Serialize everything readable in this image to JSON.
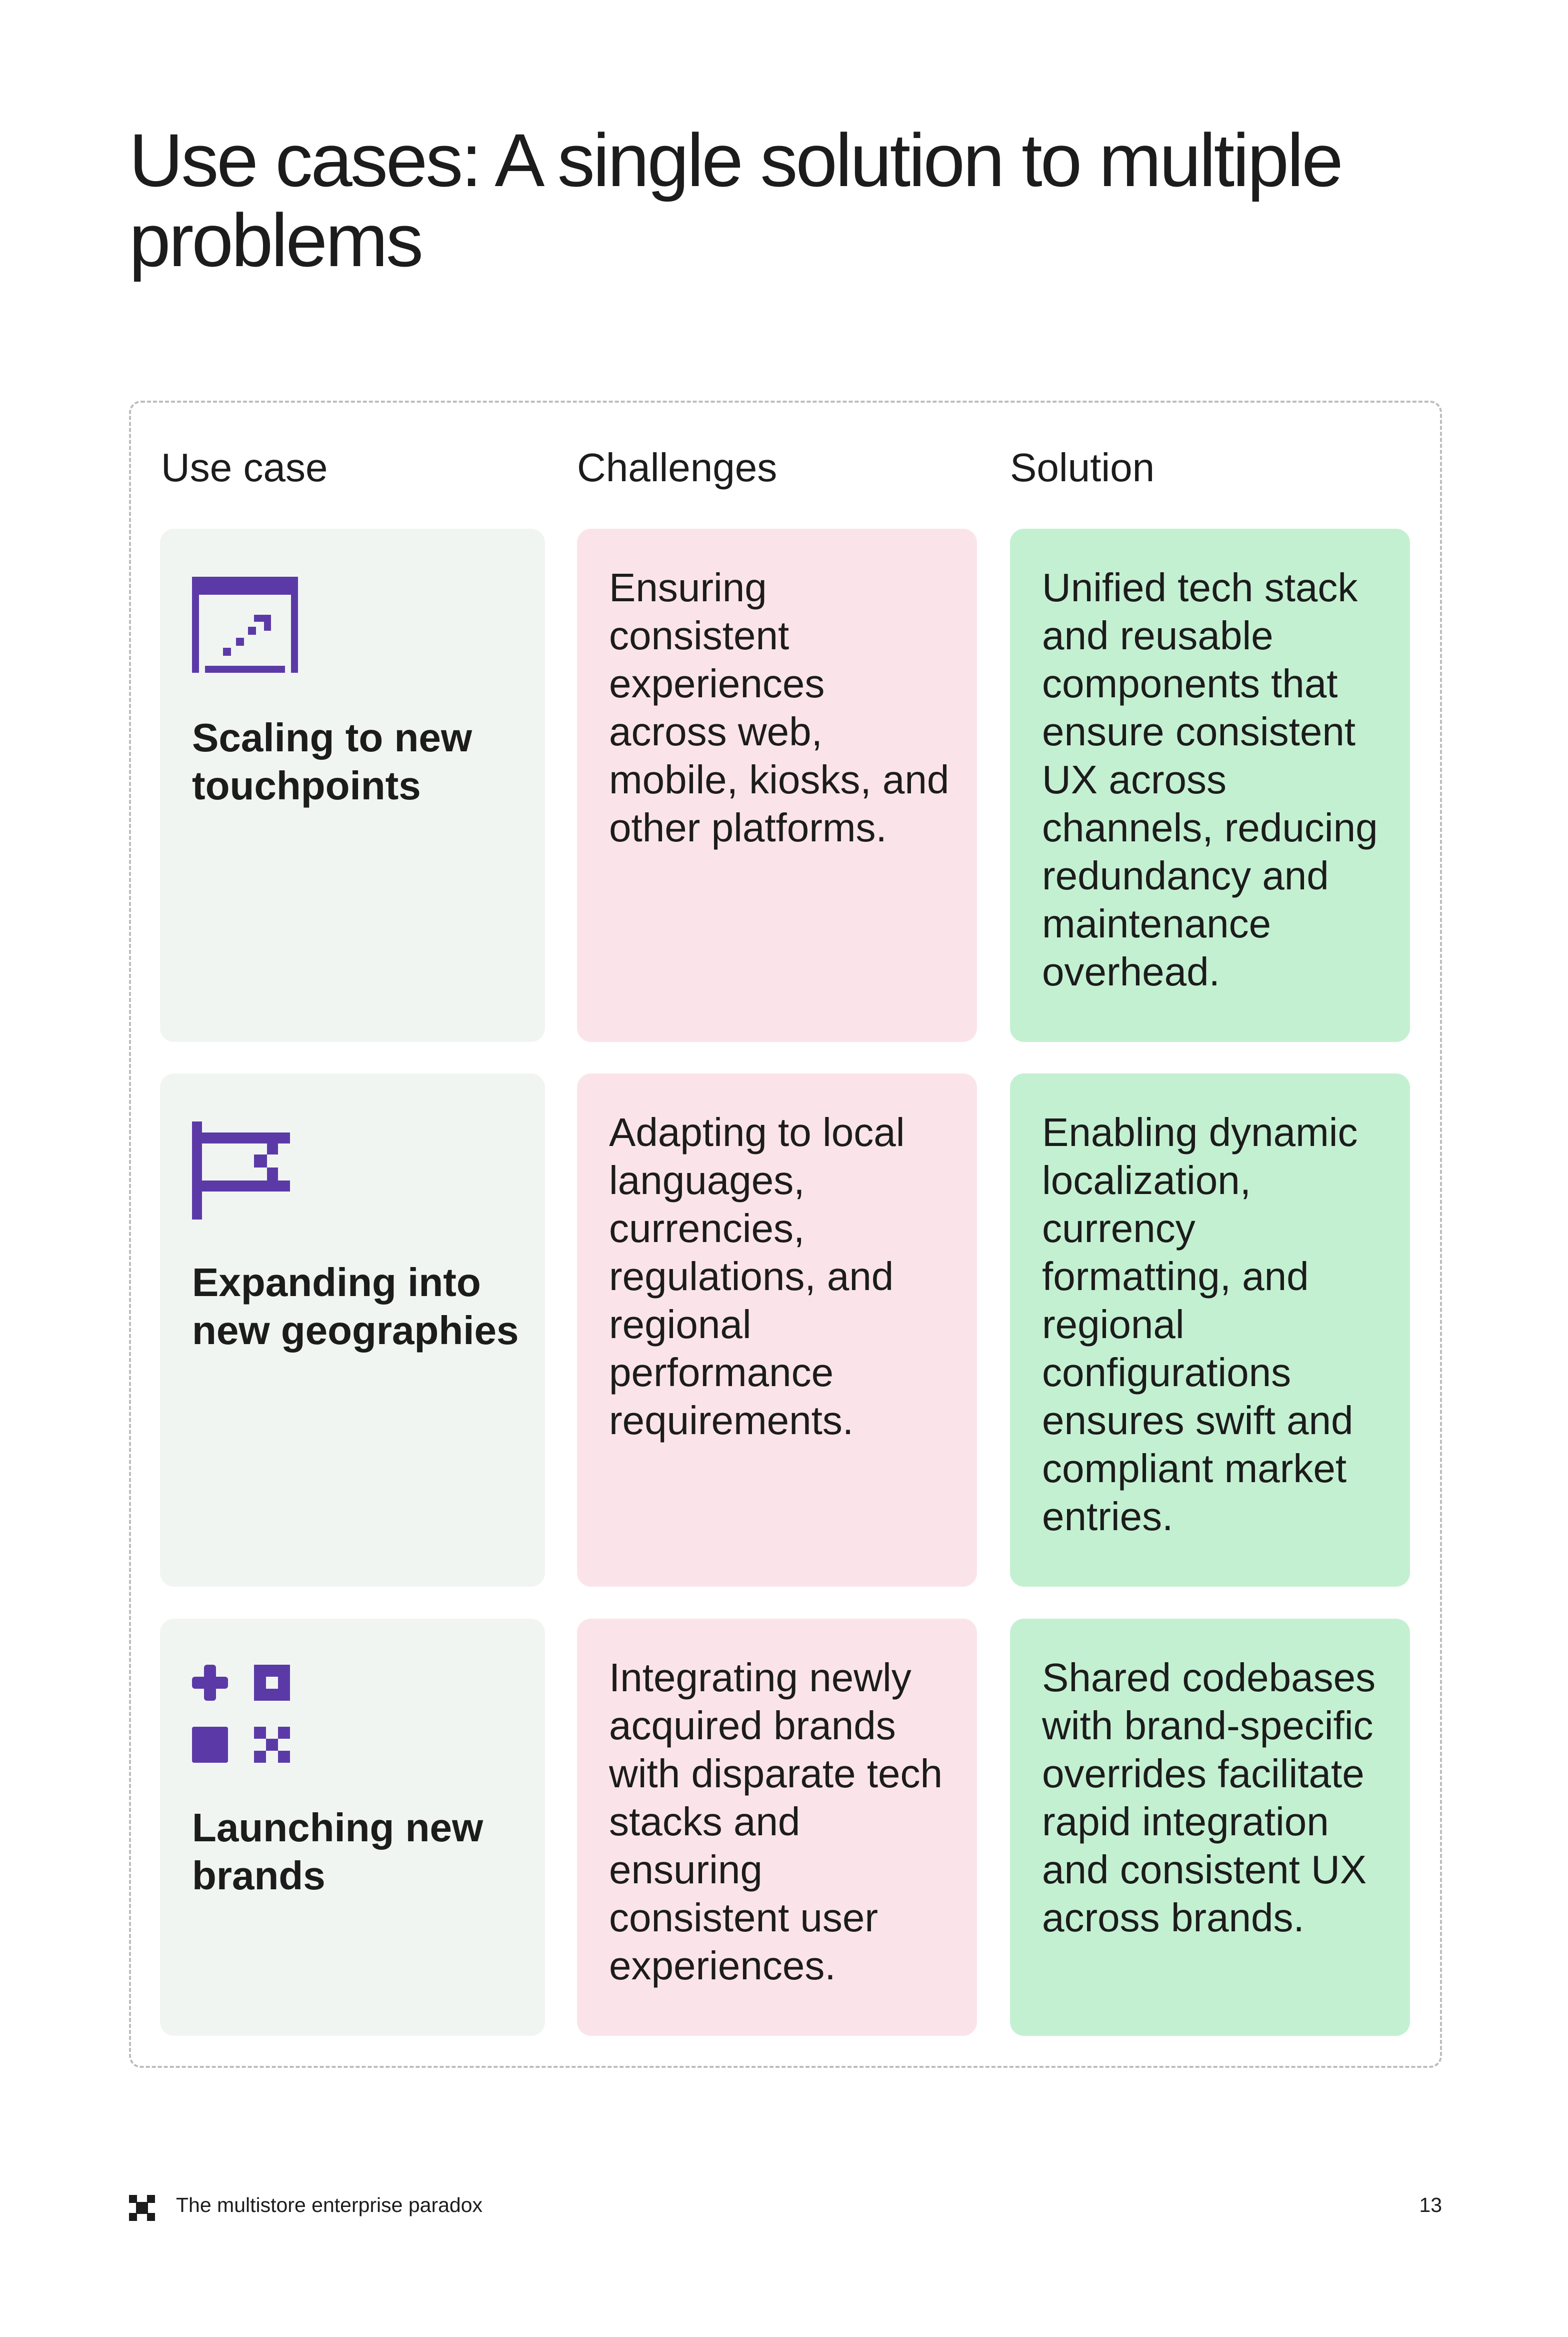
{
  "page": {
    "title": "Use cases: A single solution to multiple problems",
    "footer": {
      "text": "The multistore enterprise paradox",
      "page_number": "13"
    }
  },
  "table": {
    "headers": {
      "use_case": "Use case",
      "challenges": "Challenges",
      "solution": "Solution"
    },
    "rows": [
      {
        "icon": "scaling-arrow-icon",
        "use_case": "Scaling to new touchpoints",
        "challenge": "Ensuring consistent experiences across web, mobile, kiosks, and other platforms.",
        "solution": "Unified tech stack and reusable components that ensure consistent UX across channels, reducing redundancy and maintenance overhead."
      },
      {
        "icon": "flag-icon",
        "use_case": "Expanding into new geographies",
        "challenge": "Adapting to local languages, currencies, regulations, and regional performance requirements.",
        "solution": "Enabling dynamic localization, currency formatting, and regional configurations ensures swift and compliant market entries."
      },
      {
        "icon": "brand-shapes-icon",
        "use_case": "Launching new brands",
        "challenge": "Integrating newly acquired brands with disparate tech stacks and ensuring consistent user experiences.",
        "solution": "Shared codebases with brand-specific overrides facilitate rapid integration and consistent UX across brands."
      }
    ]
  },
  "colors": {
    "accent": "#5b3aa8",
    "usecase_bg": "#f1f5f2",
    "challenge_bg": "#fbe4e9",
    "solution_bg": "#c4f0d2"
  }
}
